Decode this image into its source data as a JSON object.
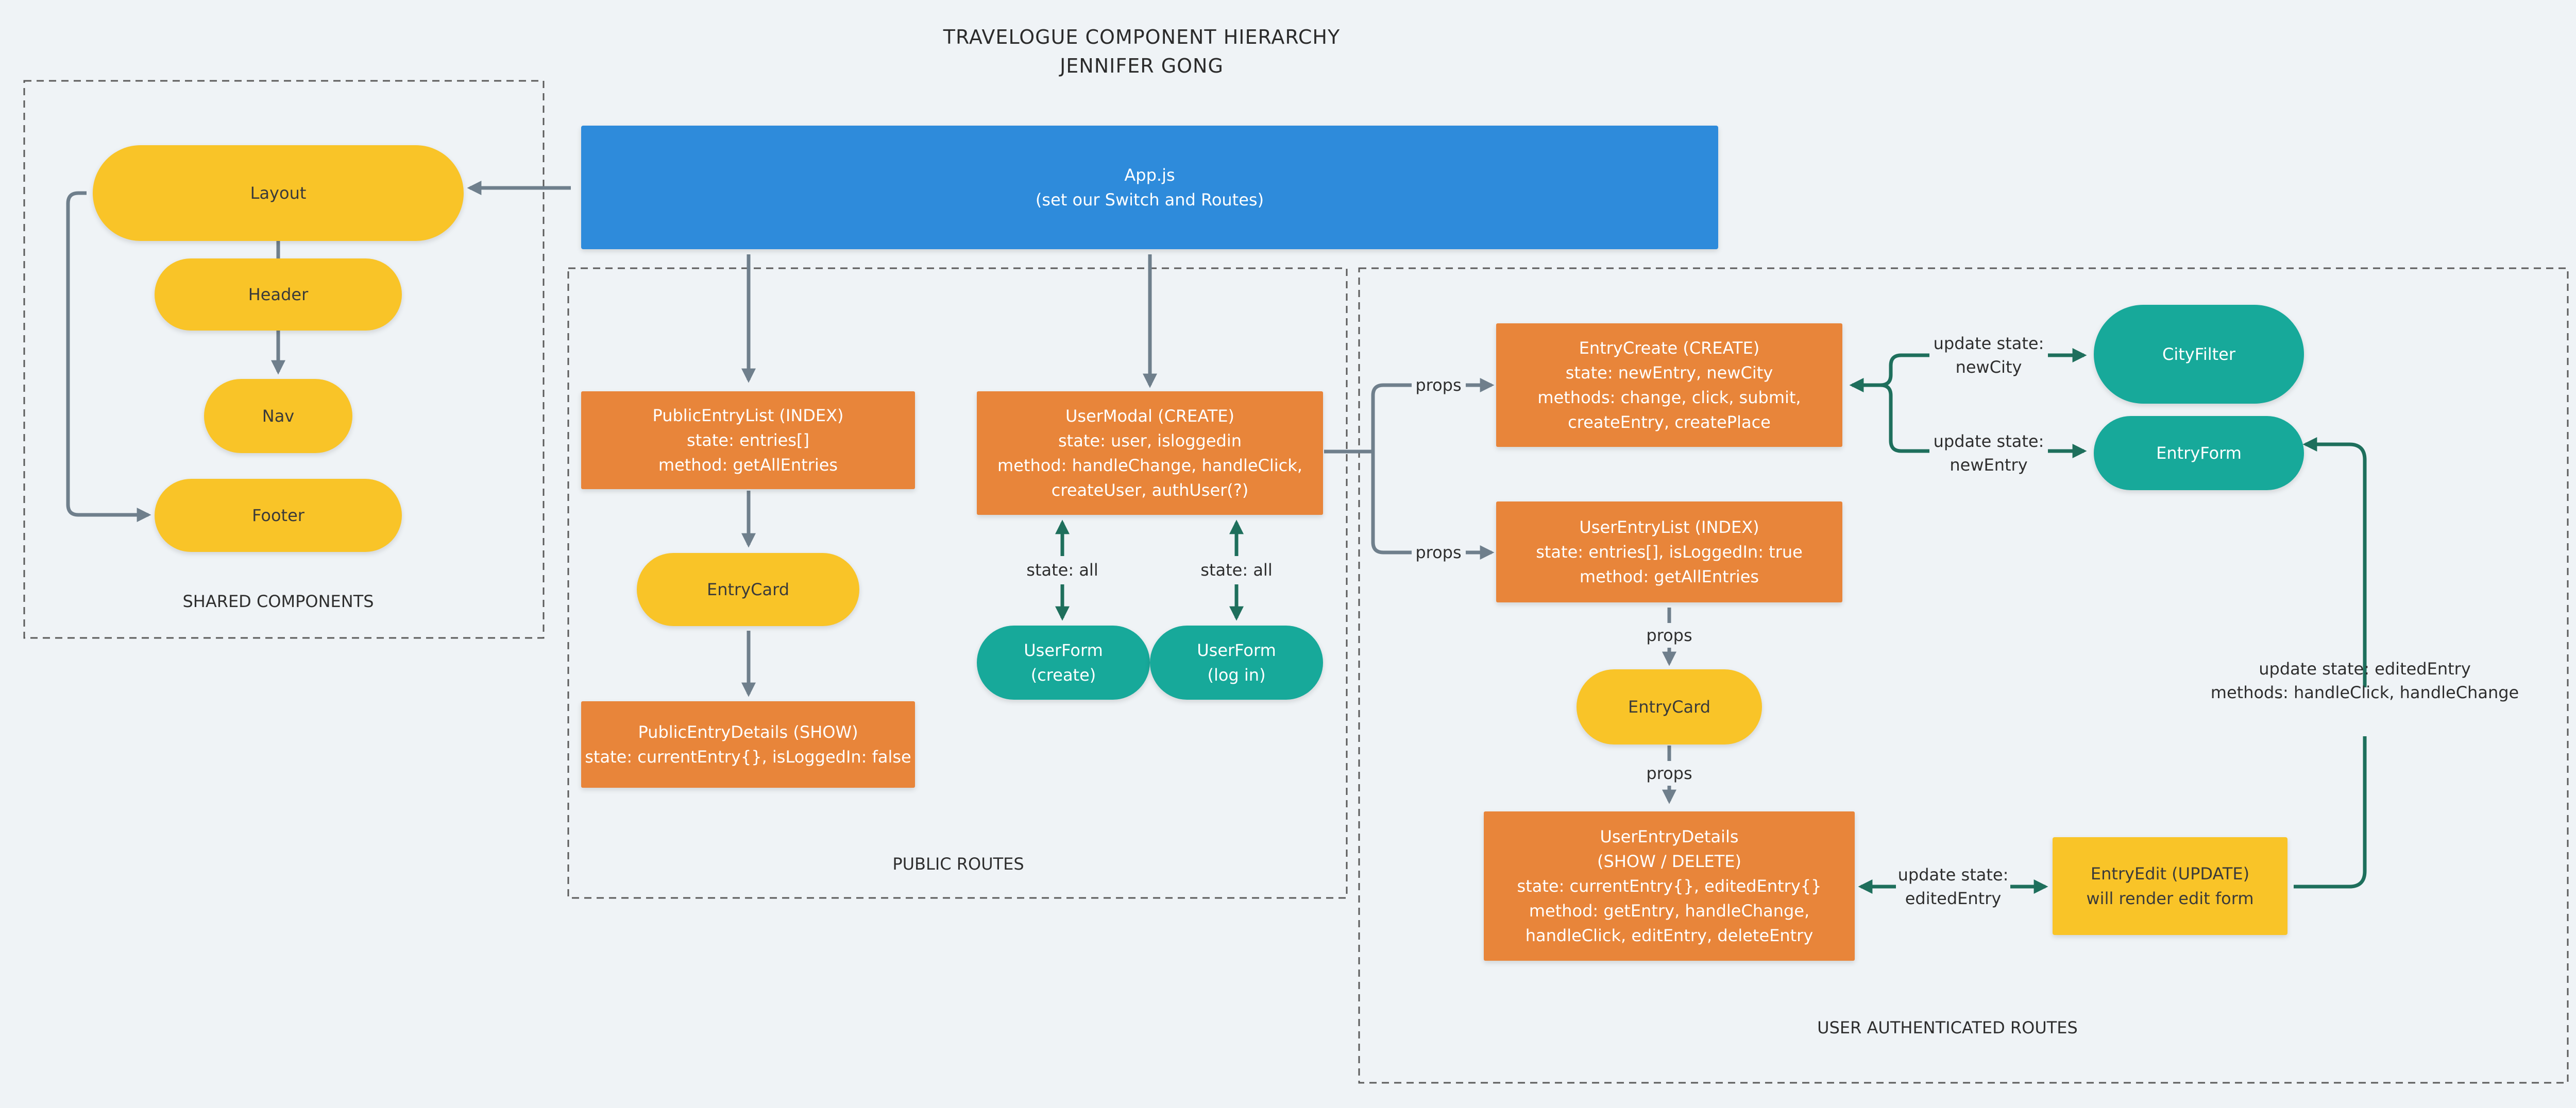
{
  "title": {
    "line1": "TRAVELOGUE COMPONENT HIERARCHY",
    "line2": "JENNIFER GONG"
  },
  "groups": {
    "shared": "SHARED COMPONENTS",
    "public": "PUBLIC ROUTES",
    "auth": "USER AUTHENTICATED ROUTES"
  },
  "nodes": {
    "app": [
      "App.js",
      "(set our Switch and Routes)"
    ],
    "layout": [
      "Layout"
    ],
    "header": [
      "Header"
    ],
    "nav": [
      "Nav"
    ],
    "footer": [
      "Footer"
    ],
    "public_entry_list": [
      "PublicEntryList (INDEX)",
      "state: entries[]",
      "method: getAllEntries"
    ],
    "entry_card_public": [
      "EntryCard"
    ],
    "public_entry_details": [
      "PublicEntryDetails (SHOW)",
      "state: currentEntry{}, isLoggedIn: false"
    ],
    "user_modal": [
      "UserModal (CREATE)",
      "state: user, isloggedin",
      "method: handleChange, handleClick,",
      "createUser, authUser(?)"
    ],
    "user_form_create": [
      "UserForm",
      "(create)"
    ],
    "user_form_login": [
      "UserForm",
      "(log in)"
    ],
    "entry_create": [
      "EntryCreate (CREATE)",
      "state: newEntry, newCity",
      "methods: change, click, submit,",
      "createEntry, createPlace"
    ],
    "city_filter": [
      "CityFilter"
    ],
    "entry_form": [
      "EntryForm"
    ],
    "user_entry_list": [
      "UserEntryList (INDEX)",
      "state: entries[], isLoggedIn: true",
      "method: getAllEntries"
    ],
    "entry_card_user": [
      "EntryCard"
    ],
    "user_entry_details": [
      "UserEntryDetails",
      "(SHOW / DELETE)",
      "state: currentEntry{}, editedEntry{}",
      "method: getEntry, handleChange,",
      "handleClick, editEntry, deleteEntry"
    ],
    "entry_edit": [
      "EntryEdit (UPDATE)",
      "will render edit form"
    ]
  },
  "edge_labels": {
    "state_all_create": [
      "state: all"
    ],
    "state_all_login": [
      "state: all"
    ],
    "props_entry_create": [
      "props"
    ],
    "props_user_entry_list": [
      "props"
    ],
    "props_list_to_card": [
      "props"
    ],
    "props_card_to_details": [
      "props"
    ],
    "update_new_city": [
      "update state:",
      "newCity"
    ],
    "update_new_entry": [
      "update state:",
      "newEntry"
    ],
    "update_edited_entry_details": [
      "update state:",
      "editedEntry"
    ],
    "update_edited_entry_form": [
      "update state: editedEntry",
      "methods: handleClick, handleChange"
    ]
  },
  "colors": {
    "background": "#eff3f6",
    "blue": "#2e8bdb",
    "orange": "#e8853a",
    "yellow": "#f9c428",
    "teal": "#17a99a",
    "gray_arrow": "#6f7f8c",
    "green_arrow": "#1e6f5c",
    "dashed_border": "#5b5b5b"
  }
}
